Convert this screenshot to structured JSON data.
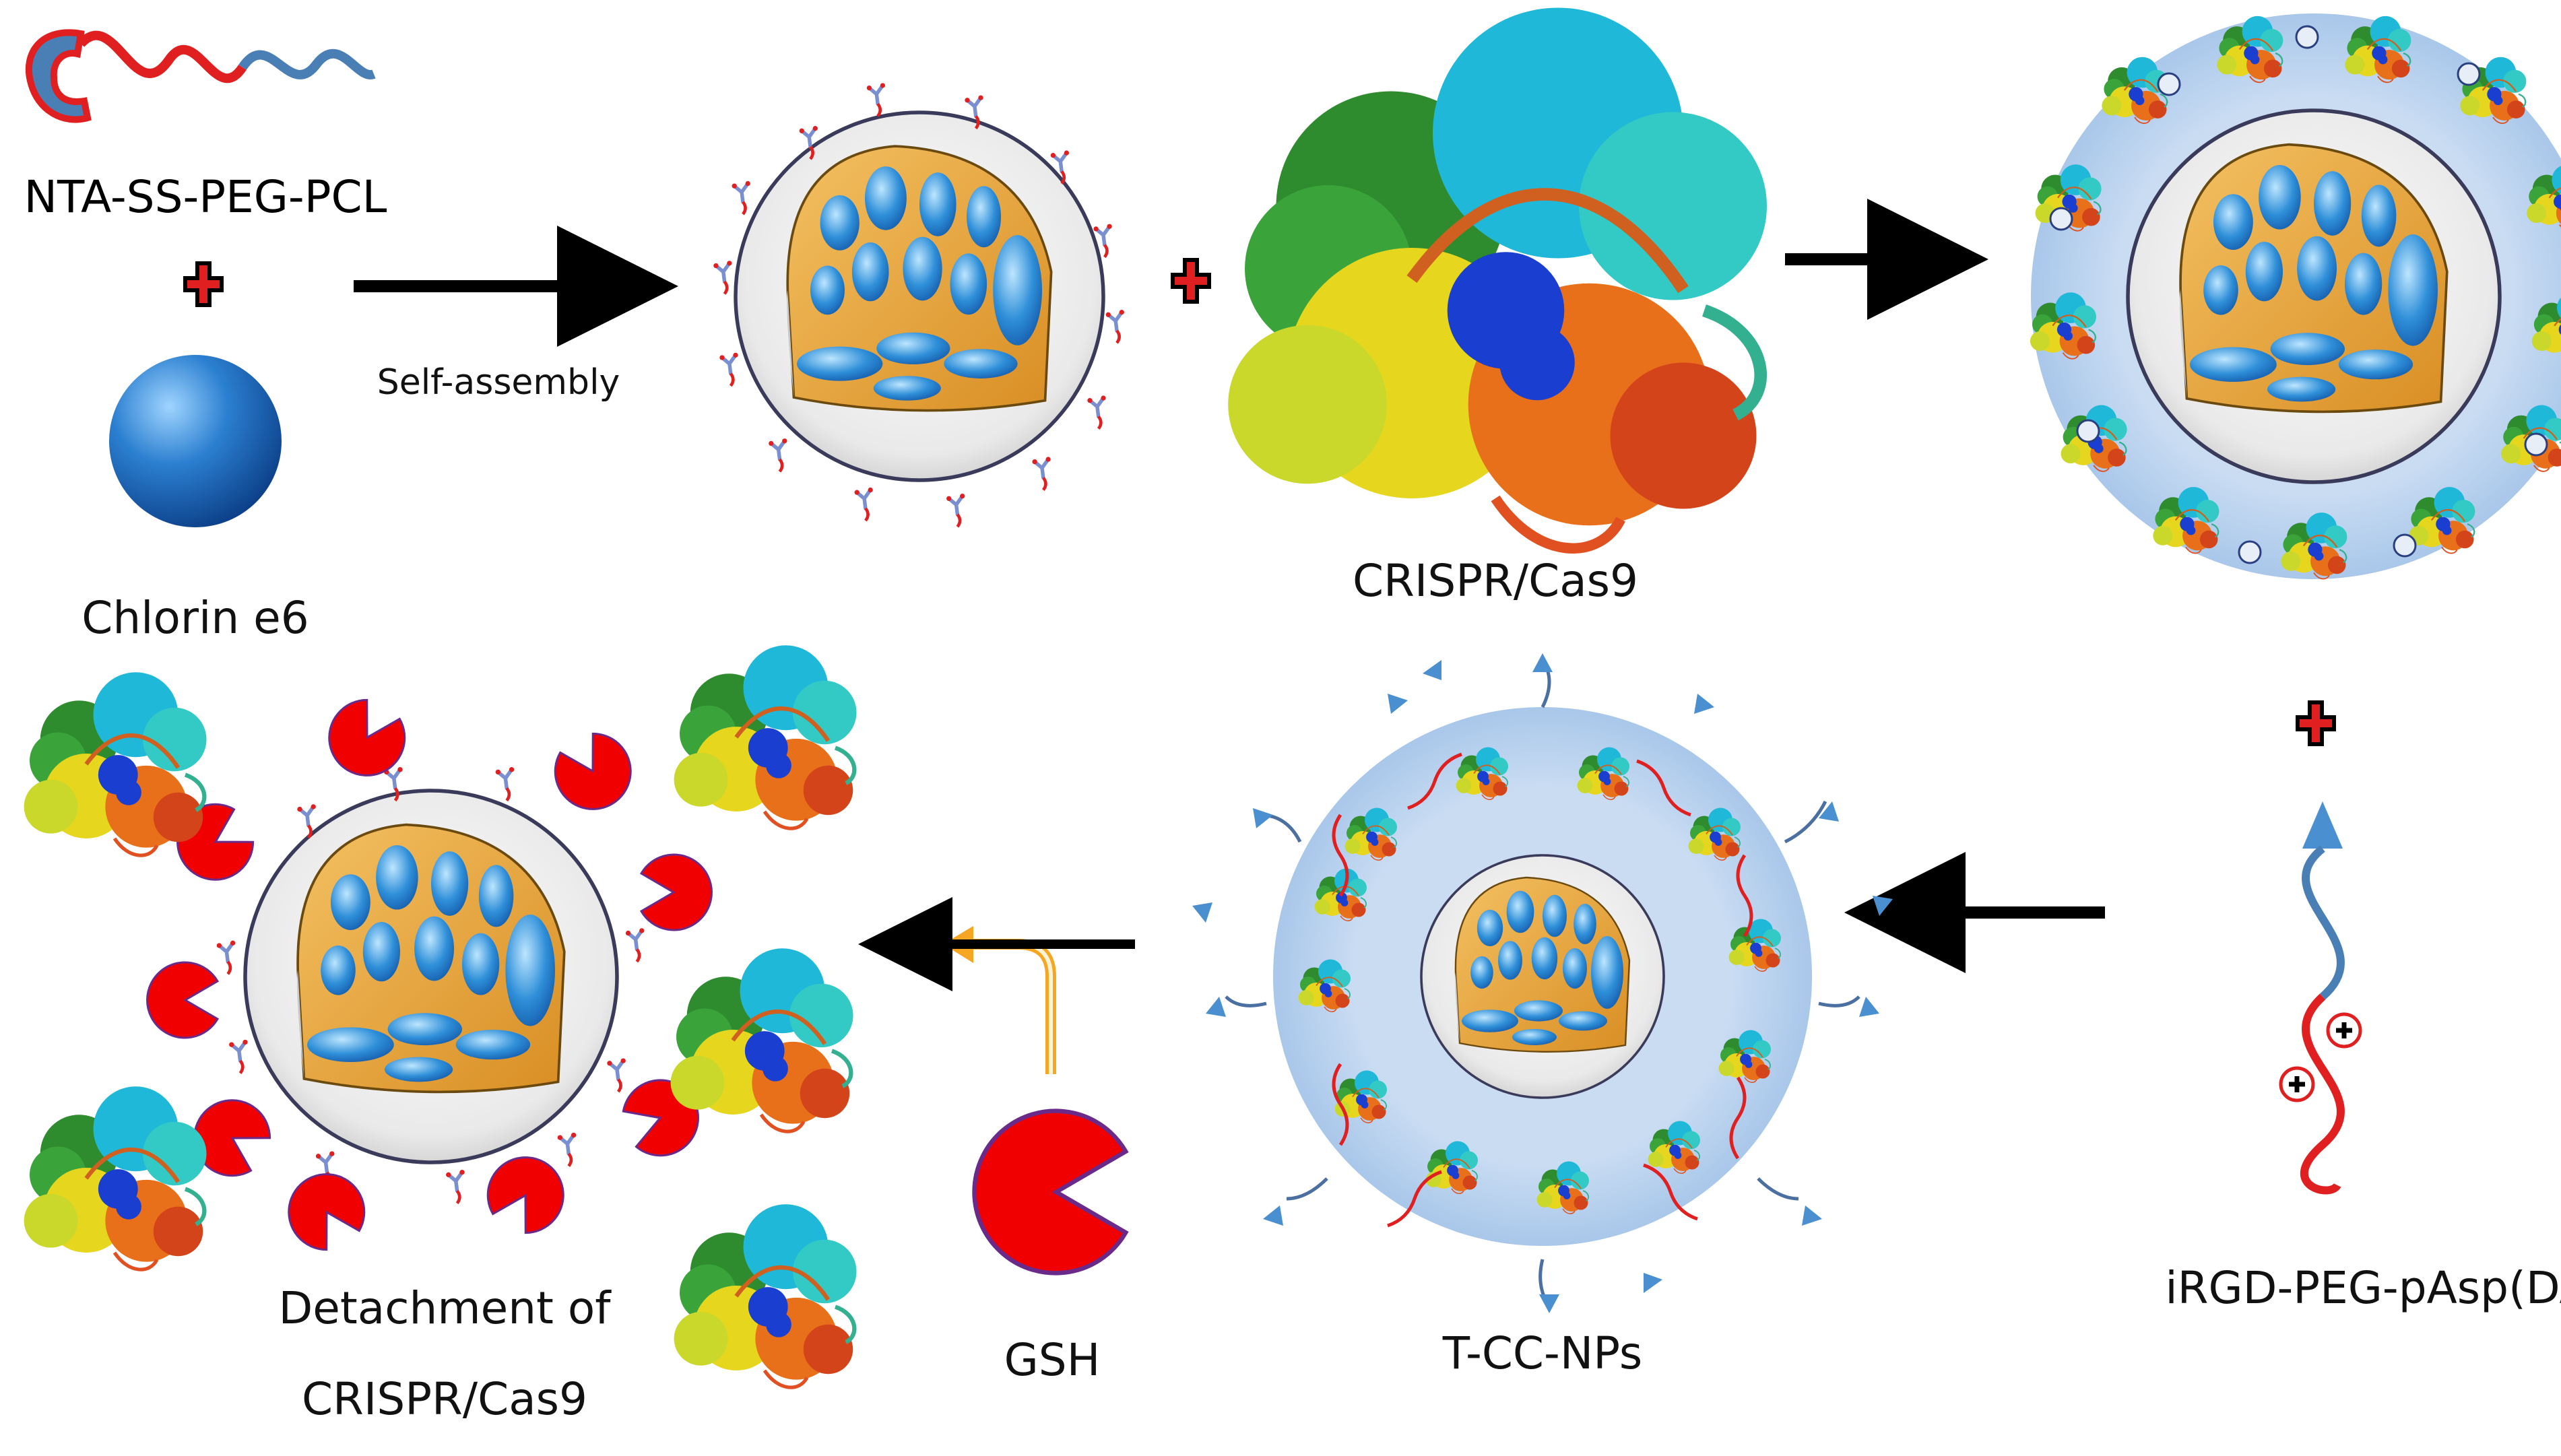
{
  "labels": {
    "nta_ss_peg_pcl": "NTA-SS-PEG-PCL",
    "chlorin_e6": "Chlorin e6",
    "self_assembly": "Self-assembly",
    "crispr_cas9": "CRISPR/Cas9",
    "irgd_peg_pasp": "iRGD-PEG-pAsp(DAB)",
    "t_cc_nps": "T-CC-NPs",
    "gsh": "GSH",
    "detachment_line1": "Detachment of",
    "detachment_line2": "CRISPR/Cas9"
  },
  "colors": {
    "nta_blue": "#4a7fb5",
    "peg_red": "#e02020",
    "core_orange": "#e8a33a",
    "pore_blue": "#2f8fd8",
    "shell_gray": "#d9d9d9",
    "halo_blue": "#b9d3ee",
    "gsh_red": "#f00000",
    "arrow_black": "#000000",
    "gsh_arrow": "#f5a623",
    "protein_green": "#2e8b2e",
    "protein_cyan": "#1fb8d8",
    "protein_yellow": "#e6d61e",
    "protein_orange": "#e8701a",
    "protein_blue": "#1a3fd0"
  },
  "icons": [
    "plus-sign-icon",
    "arrow-right-icon",
    "arrow-left-icon",
    "gsh-pacman-icon",
    "polymer-strand-icon",
    "nanoparticle-icon",
    "protein-complex-icon",
    "sphere-icon"
  ]
}
